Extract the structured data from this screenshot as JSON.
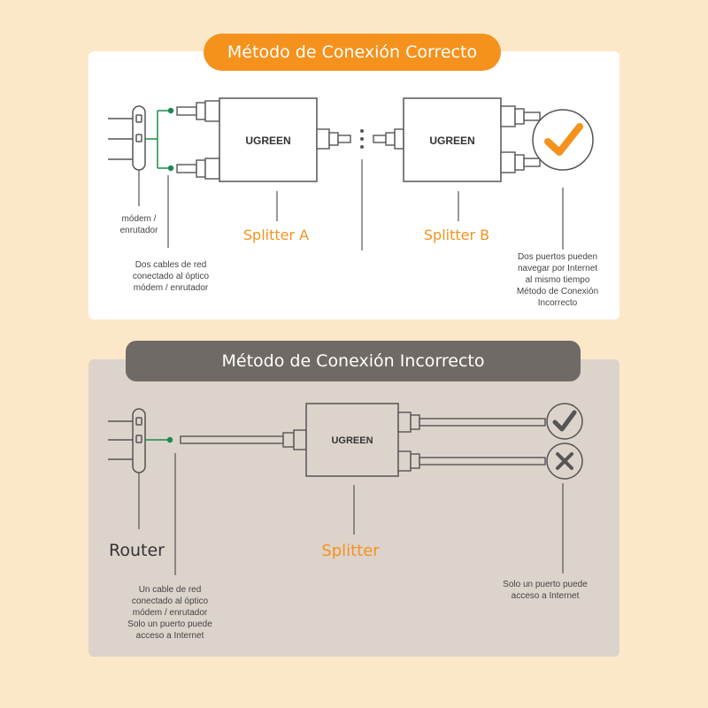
{
  "top": {
    "title": "Método de Conexión Correcto",
    "device_label": [
      "módem /",
      "enrutador"
    ],
    "cable_note": [
      "Dos cables de red",
      "conectado al óptico",
      "módem / enrutador"
    ],
    "splitter_a_brand": "UGREEN",
    "splitter_b_brand": "UGREEN",
    "splitter_a_label": "Splitter A",
    "splitter_b_label": "Splitter B",
    "result_note": [
      "Dos puertos pueden",
      "navegar por Internet",
      "al mismo tiempo",
      "Método de Conexión",
      "Incorrecto"
    ]
  },
  "bottom": {
    "title": "Método de Conexión Incorrecto",
    "device_label": "Router",
    "cable_note": [
      "Un cable de red",
      "conectado al óptico",
      "módem / enrutador",
      "Solo un puerto puede",
      "acceso a Internet"
    ],
    "splitter_brand": "UGREEN",
    "splitter_label": "Splitter",
    "result_note": [
      "Solo un puerto puede",
      "acceso a Internet"
    ]
  },
  "colors": {
    "background": "#fce8c9",
    "accent": "#f4921d",
    "dark_pill": "#6f6a66",
    "green_cable": "#1f8a4c",
    "bottom_panel": "#dcd3cb"
  },
  "icons": {
    "top_result": "check-icon",
    "bottom_port_1": "check-icon",
    "bottom_port_2": "cross-icon"
  }
}
